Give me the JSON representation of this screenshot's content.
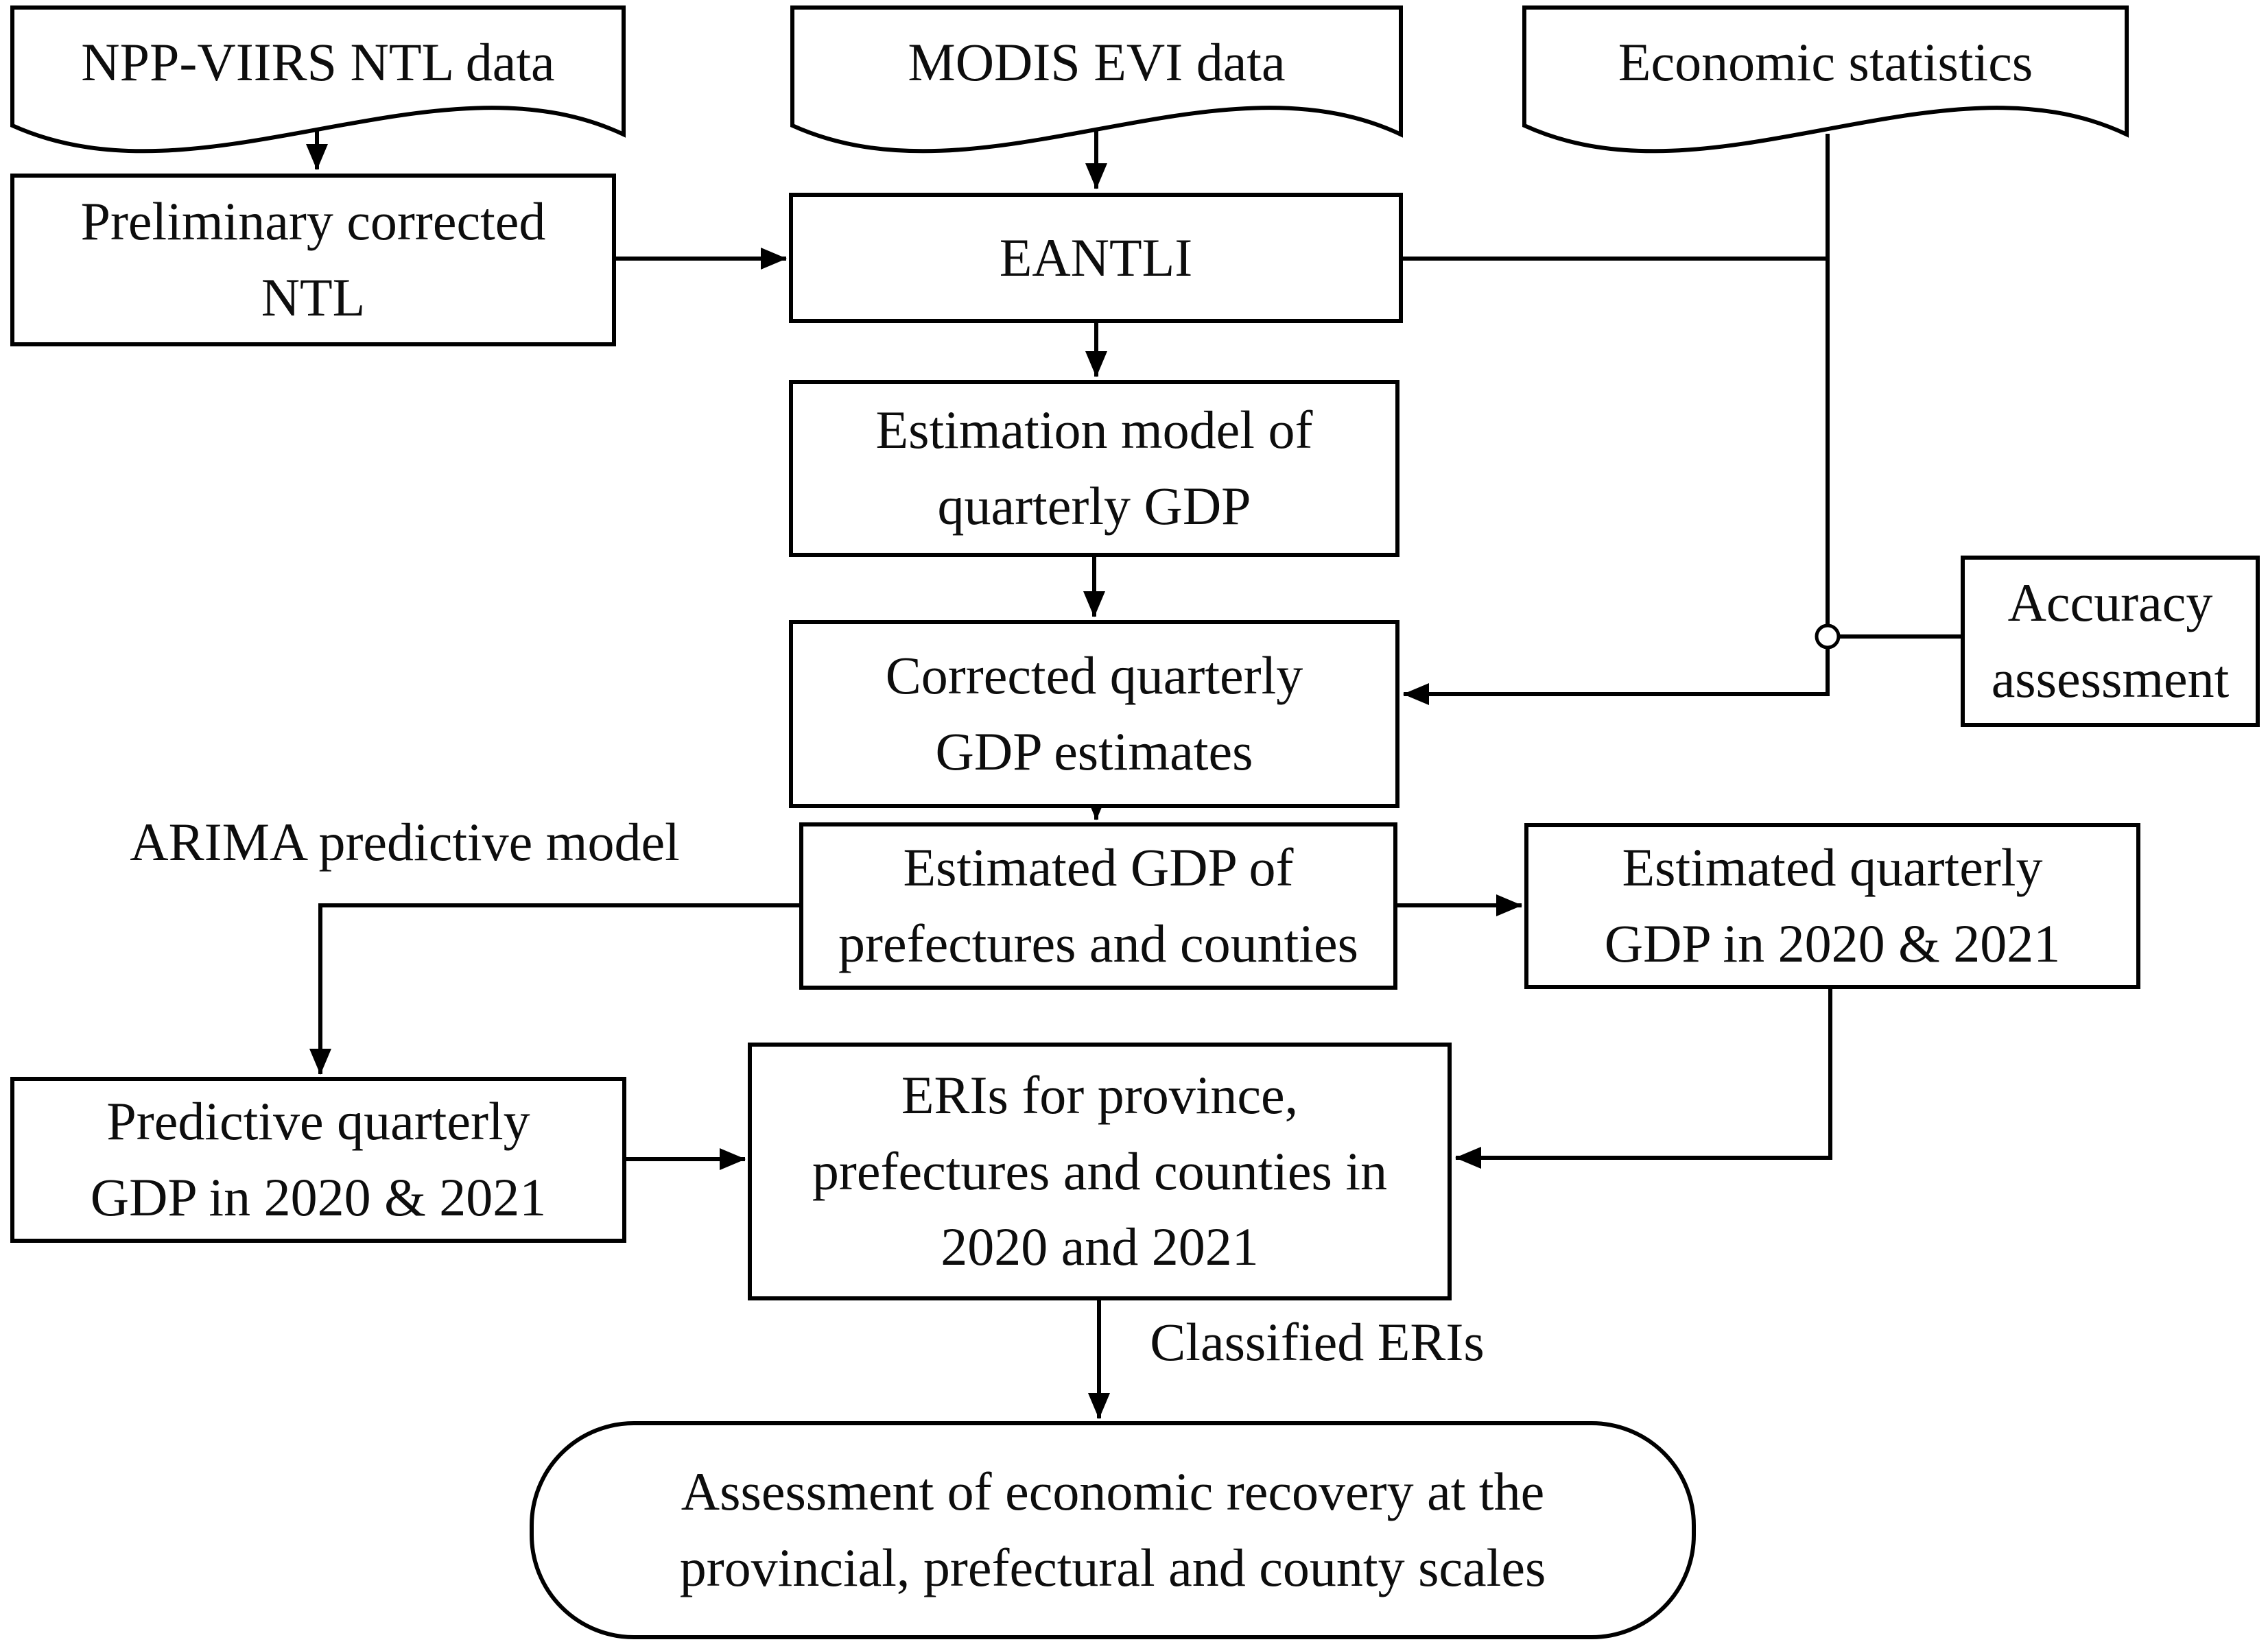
{
  "diagram": {
    "colors": {
      "background": "#ffffff",
      "line": "#000000",
      "text": "#0d0d0d"
    },
    "nodes": {
      "npp": {
        "lines": [
          "NPP-VIIRS NTL data"
        ]
      },
      "modis": {
        "lines": [
          "MODIS EVI data"
        ]
      },
      "econ": {
        "lines": [
          "Economic statistics"
        ]
      },
      "prelim": {
        "lines": [
          "Preliminary corrected",
          "NTL"
        ]
      },
      "eantli": {
        "lines": [
          "EANTLI"
        ]
      },
      "estmodel": {
        "lines": [
          "Estimation model of",
          "quarterly GDP"
        ]
      },
      "corrected": {
        "lines": [
          "Corrected quarterly",
          "GDP estimates"
        ]
      },
      "accuracy": {
        "lines": [
          "Accuracy",
          "assessment"
        ]
      },
      "estgdp": {
        "lines": [
          "Estimated GDP of",
          "prefectures and counties"
        ]
      },
      "estq": {
        "lines": [
          "Estimated quarterly",
          "GDP in 2020 & 2021"
        ]
      },
      "predq": {
        "lines": [
          "Predictive quarterly",
          "GDP in 2020 & 2021"
        ]
      },
      "eris": {
        "lines": [
          "ERIs for province,",
          "prefectures and counties in",
          "2020 and 2021"
        ]
      },
      "assessment": {
        "lines": [
          "Assessment of economic recovery at the",
          "provincial, prefectural and county scales"
        ]
      }
    },
    "labels": {
      "arima": "ARIMA predictive model",
      "classified": "Classified ERIs"
    }
  }
}
